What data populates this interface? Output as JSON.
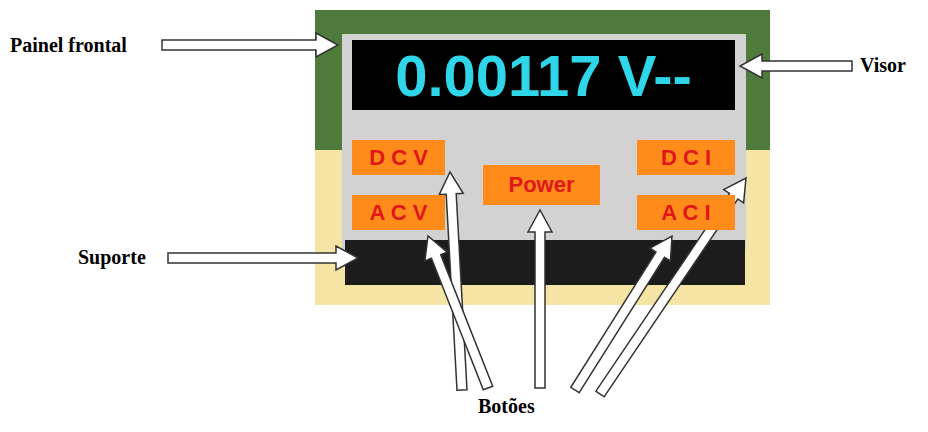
{
  "diagram": {
    "nodes": [
      {
        "text": [
          "0.00117 V--"
        ]
      },
      {
        "text": [
          "D C V"
        ]
      },
      {
        "text": [
          "A C V"
        ]
      },
      {
        "text": [
          "Power"
        ]
      },
      {
        "text": [
          "D C I"
        ]
      },
      {
        "text": [
          "A C I"
        ]
      }
    ],
    "labels": [
      "Painel frontal",
      "Visor",
      "Suporte",
      "Botões"
    ]
  }
}
